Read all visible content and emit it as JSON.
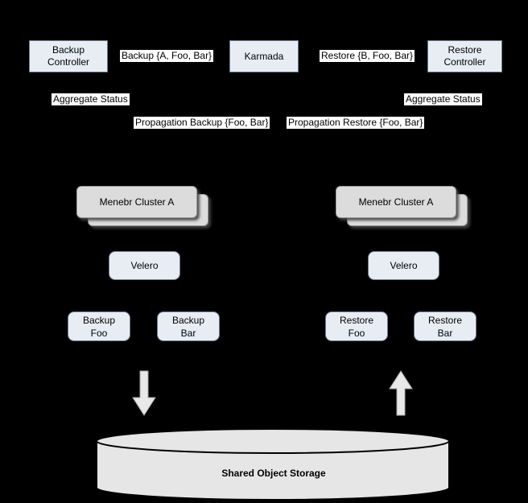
{
  "diagram": {
    "kind": "karmada-backup-restore-architecture",
    "nodes": {
      "backup_controller": "Backup\nController",
      "karmada": "Karmada",
      "restore_controller": "Restore\nController",
      "cluster_left": "Menebr Cluster A",
      "cluster_right": "Menebr Cluster A",
      "velero_left": "Velero",
      "velero_right": "Velero",
      "backup_foo": "Backup\nFoo",
      "backup_bar": "Backup\nBar",
      "restore_foo": "Restore\nFoo",
      "restore_bar": "Restore\nBar",
      "storage": "Shared Object Storage"
    },
    "labels": {
      "backup_request": "Backup {A, Foo, Bar}",
      "restore_request": "Restore {B, Foo, Bar}",
      "aggregate_status_left": "Aggregate Status",
      "aggregate_status_right": "Aggregate Status",
      "propagation_backup": "Propagation Backup {Foo, Bar}",
      "propagation_restore": "Propagation Restore {Foo, Bar}"
    },
    "icons": {
      "backup_flow": "down-arrow-icon",
      "restore_flow": "up-arrow-icon"
    },
    "colors": {
      "background": "#000000",
      "node_fill": "#e8edf4",
      "node_border": "#707a8a",
      "cluster_fill": "#dcdcdc",
      "cluster_border": "#999999",
      "edge_label_bg": "#ffffff",
      "arrow_fill": "#e8e8e8",
      "cylinder_fill": "#e6e6e6",
      "cylinder_border": "#000000",
      "text": "#000000"
    }
  }
}
